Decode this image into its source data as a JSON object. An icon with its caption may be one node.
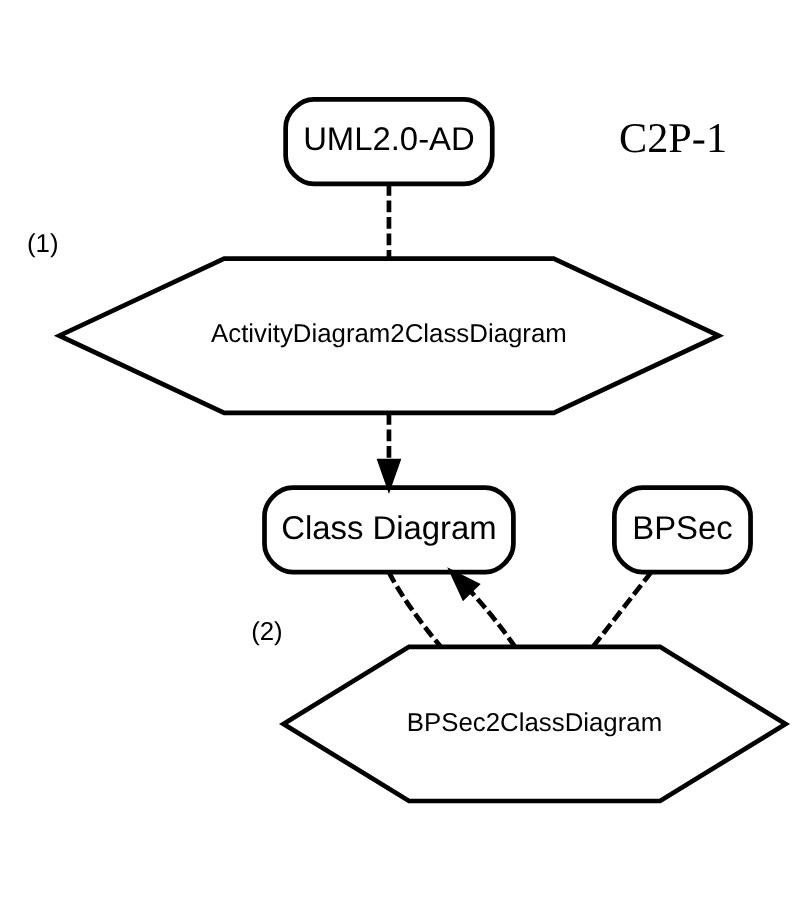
{
  "diagram": {
    "nodes": [
      {
        "text": [
          "UML2.0-AD"
        ]
      },
      {
        "text": [
          "ActivityDiagram2ClassDiagram"
        ],
        "beside": [
          "(1)"
        ]
      },
      {
        "text": [
          "Class Diagram"
        ]
      },
      {
        "text": [
          "BPSec"
        ]
      },
      {
        "text": [
          "BPSec2ClassDiagram"
        ],
        "beside": [
          "(2)"
        ]
      }
    ],
    "edges": [
      {
        "from": 0,
        "to": 1,
        "arrow": "none"
      },
      {
        "from": 1,
        "to": 2,
        "arrow": "to"
      },
      {
        "from": 2,
        "to": 4,
        "arrow": "none"
      },
      {
        "from": 3,
        "to": 4,
        "arrow": "none"
      },
      {
        "from": 4,
        "to": 2,
        "arrow": "to"
      }
    ],
    "labels": [
      "C2P-1"
    ]
  }
}
